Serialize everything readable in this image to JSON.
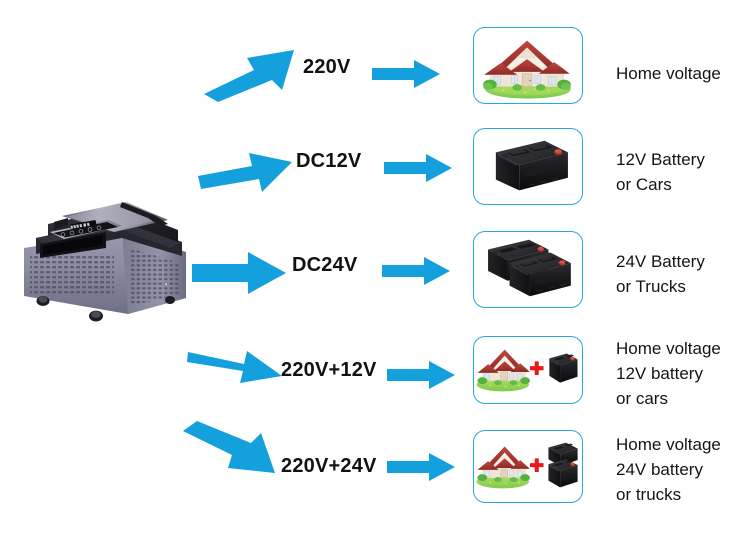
{
  "theme": {
    "arrow_blue": "#13a0dc",
    "box_border_blue": "#29a8dd",
    "plus_red": "#e8191b",
    "text_black": "#141414",
    "background": "#ffffff"
  },
  "product": {
    "name": "portable-air-conditioner",
    "body_color": "#8b8ba3",
    "top_color": "#2b2b33",
    "panel_color": "#15151a"
  },
  "rows": [
    {
      "id": "row-220v",
      "voltage_label": "220V",
      "source_arrow": "diagonal-up-arrow",
      "mid_arrow": "right-arrow",
      "picture": "house",
      "picture_name": "house-image",
      "description_lines": [
        "Home voltage"
      ]
    },
    {
      "id": "row-dc12v",
      "voltage_label": "DC12V",
      "source_arrow": "slight-up-arrow",
      "mid_arrow": "right-arrow",
      "picture": "battery-single",
      "picture_name": "single-battery-image",
      "description_lines": [
        "12V Battery",
        "or Cars"
      ]
    },
    {
      "id": "row-dc24v",
      "voltage_label": "DC24V",
      "source_arrow": "horizontal-arrow",
      "mid_arrow": "right-arrow",
      "picture": "battery-double",
      "picture_name": "double-battery-image",
      "description_lines": [
        "24V Battery",
        "or Trucks"
      ]
    },
    {
      "id": "row-220v-12v",
      "voltage_label": "220V+12V",
      "source_arrow": "slight-down-arrow",
      "mid_arrow": "right-arrow",
      "picture": "house-plus-battery",
      "picture_name": "house-plus-battery-image",
      "description_lines": [
        "Home voltage",
        "12V battery",
        "or cars"
      ]
    },
    {
      "id": "row-220v-24v",
      "voltage_label": "220V+24V",
      "source_arrow": "diagonal-down-arrow",
      "mid_arrow": "right-arrow",
      "picture": "house-plus-two-batteries",
      "picture_name": "house-plus-two-batteries-image",
      "description_lines": [
        "Home voltage",
        "24V battery",
        "or trucks"
      ]
    }
  ]
}
